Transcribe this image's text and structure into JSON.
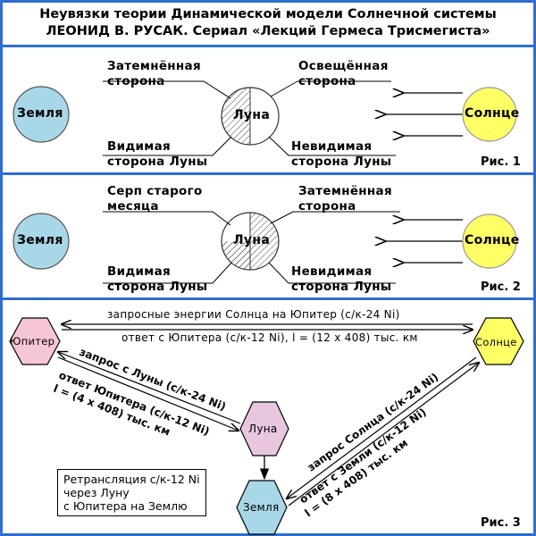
{
  "header": {
    "line1": "Неувязки теории Динамической модели Солнечной системы",
    "line2": "ЛЕОНИД В. РУСАК.  Сериал «Лекций  Гермеса  Трисмегиста»"
  },
  "fig1": {
    "earth": "Земля",
    "moon": "Луна",
    "sun": "Солнце",
    "top_left": [
      "Затемнённая",
      "сторона"
    ],
    "top_right": [
      "Освещённая",
      "сторона"
    ],
    "bottom_left": [
      "Видимая",
      "сторона  Луны"
    ],
    "bottom_right": [
      "Невидимая",
      "сторона  Луны"
    ],
    "caption": "Рис. 1"
  },
  "fig2": {
    "earth": "Земля",
    "moon": "Луна",
    "sun": "Солнце",
    "top_left": [
      "Серп  старого",
      "месяца"
    ],
    "top_right": [
      "Затемнённая",
      "сторона"
    ],
    "bottom_left": [
      "Видимая",
      "сторона  Луны"
    ],
    "bottom_right": [
      "Невидимая",
      "сторона  Луны"
    ],
    "caption": "Рис. 2"
  },
  "fig3": {
    "jupiter": "Юпитер",
    "sun": "Солнце",
    "moon": "Луна",
    "earth": "Земля",
    "sun_to_jupiter": "запросные  энергии  Солнца  на  Юпитер  (с/к-24 Ni)",
    "jupiter_answer": "ответ  с  Юпитера  (с/к-12 Ni),    l = (12 x 408)  тыс. км",
    "moon_request": "запрос  с  Луны  (с/к-24 Ni)",
    "moon_answer_1": "ответ  Юпитера  (с/к-12 Ni)",
    "moon_answer_2": "l = (4 x 408)  тыс. км",
    "sun_request": "запрос  Солнца  (с/к-24 Ni)",
    "earth_answer_1": "ответ  с  Земли  (с/к-12 Ni)",
    "earth_answer_2": "l = (8 x 408)  тыс. км",
    "relay": [
      "Ретрансляция  с/к-12 Ni",
      "через  Луну",
      "с  Юпитера  на  Землю"
    ],
    "caption": "Рис. 3"
  },
  "colors": {
    "frame": "#2e6fd0",
    "earth": "#a8d8e8",
    "sun": "#ffff66",
    "jupiter": "#f6c6d6",
    "moon_hex": "#e8c6e0"
  }
}
